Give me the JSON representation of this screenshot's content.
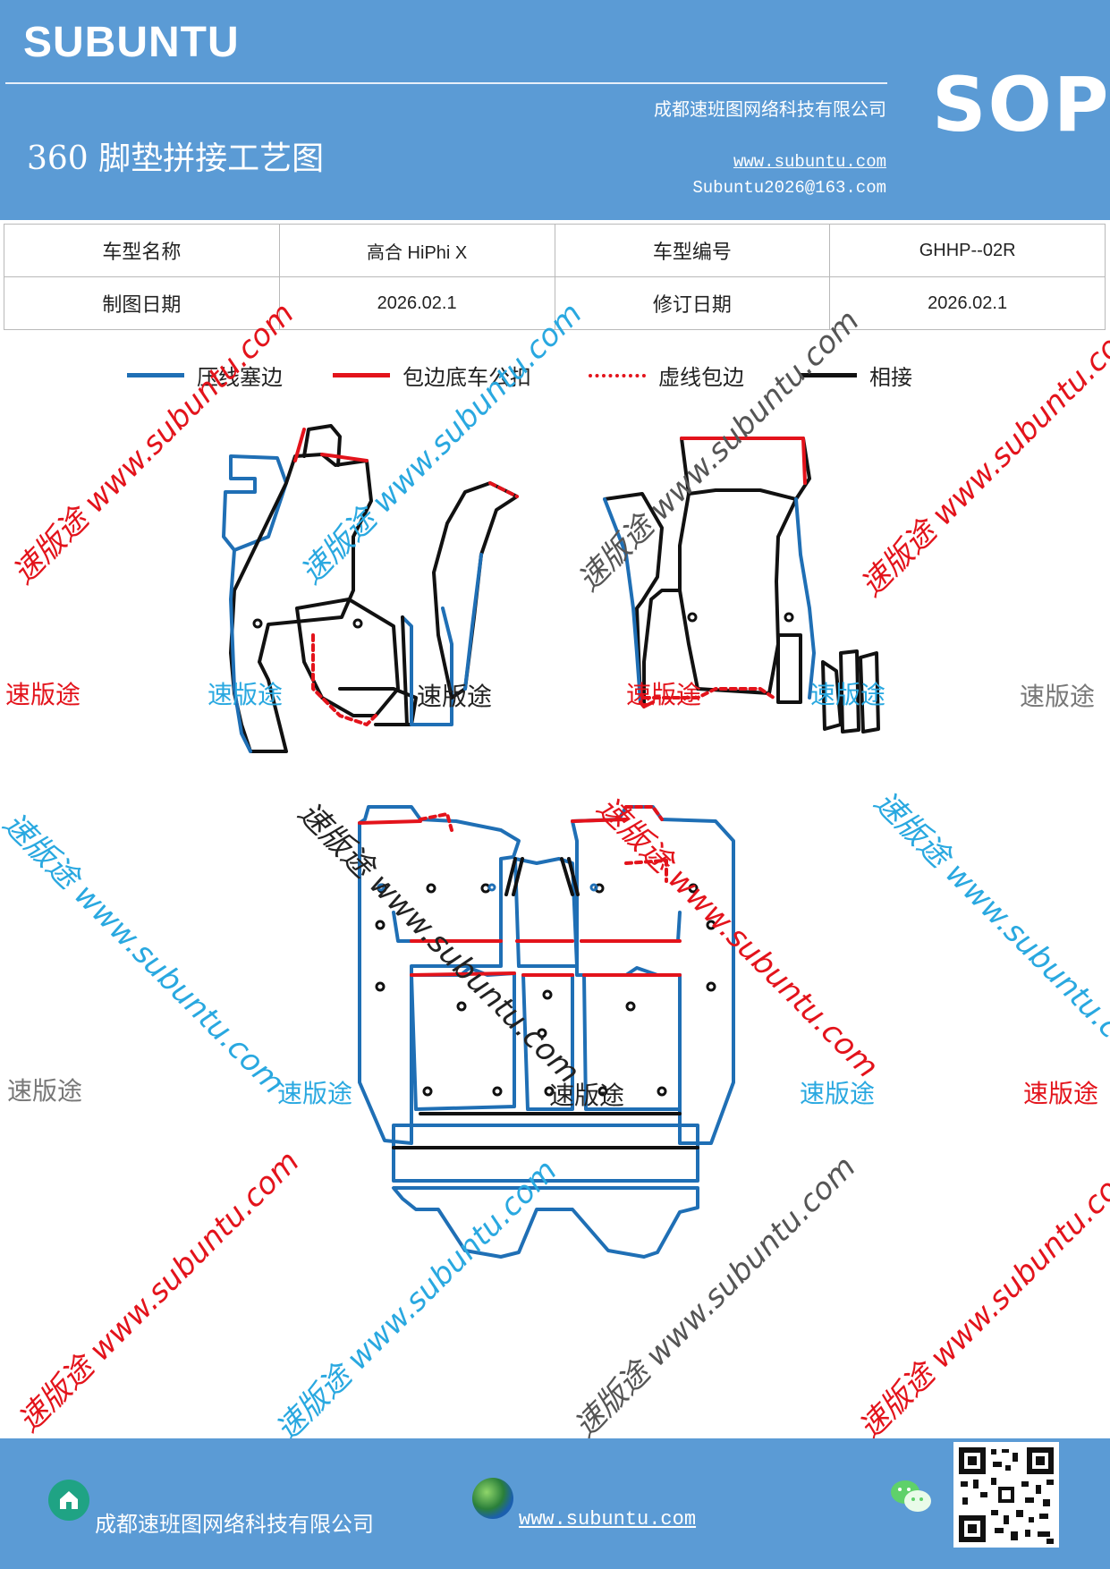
{
  "header": {
    "brand": "SUBUNTU",
    "sop": "SOP",
    "title": "360 脚垫拼接工艺图",
    "company": "成都速班图网络科技有限公司",
    "website": "www.subuntu.com",
    "email": "Subuntu2026@163.com"
  },
  "info_table": {
    "rows": [
      [
        "车型名称",
        "高合 HiPhi X",
        "车型编号",
        "GHHP--02R"
      ],
      [
        "制图日期",
        "2026.02.1",
        "修订日期",
        "2026.02.1"
      ]
    ]
  },
  "legend": [
    {
      "label": "压线塞边",
      "color": "#1f6fb5",
      "style": "solid"
    },
    {
      "label": "包边底车公扣",
      "color": "#e3131b",
      "style": "solid"
    },
    {
      "label": "虚线包边",
      "color": "#e3131b",
      "style": "dashed"
    },
    {
      "label": "相接",
      "color": "#111111",
      "style": "solid"
    }
  ],
  "watermarks": {
    "brand_cn": "速版途",
    "site": "速版途 www.subuntu.com",
    "site_short": "www.subuntu.com",
    "colors": {
      "red": "#e3131b",
      "blue": "#29a8e0",
      "gray": "#777777",
      "black": "#222222"
    }
  },
  "footer": {
    "company": "成都速班图网络科技有限公司",
    "website": "www.subuntu.com",
    "home_icon": "home-icon",
    "globe_icon": "globe-icon",
    "wechat_icon": "wechat-icon",
    "qr_code": "qr-code"
  }
}
